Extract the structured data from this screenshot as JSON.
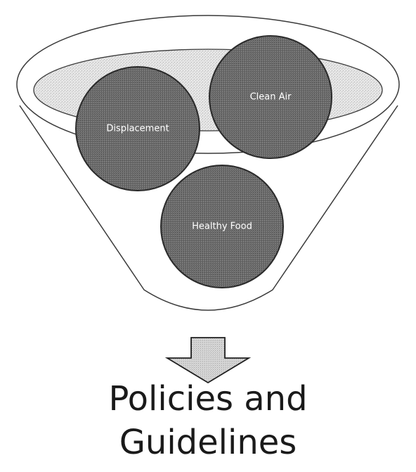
{
  "funnel": {
    "circles": [
      {
        "id": "displacement",
        "label": "Displacement"
      },
      {
        "id": "clean-air",
        "label": "Clean Air"
      },
      {
        "id": "healthy-food",
        "label": "Healthy Food"
      }
    ]
  },
  "result": {
    "line1": "Policies and",
    "line2": "Guidelines"
  }
}
